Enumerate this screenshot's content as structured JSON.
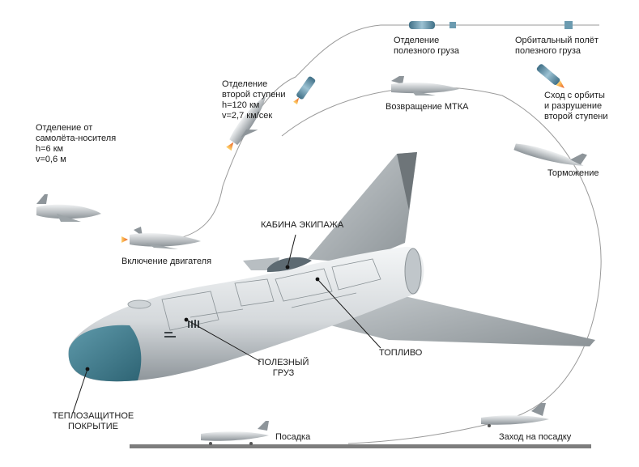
{
  "labels": {
    "separation_carrier": "Отделение от\nсамолёта-носителя\nh=6 км\nv=0,6 м",
    "engine_ignition": "Включение двигателя",
    "second_stage_separation": "Отделение\nвторой ступени\nh=120 км\nv=2,7 км/сек",
    "payload_separation": "Отделение\nполезного груза",
    "payload_orbital_flight": "Орбитальный полёт\nполезного груза",
    "deorbit_second_stage": "Сход с орбиты\nи разрушение\nвторой ступени",
    "return_mtka": "Возвращение МТКА",
    "braking": "Торможение",
    "crew_cabin": "КАБИНА ЭКИПАЖА",
    "payload": "ПОЛЕЗНЫЙ\nГРУЗ",
    "fuel": "ТОПЛИВО",
    "thermal_protection": "ТЕПЛОЗАЩИТНОЕ\nПОКРЫТИЕ",
    "landing": "Посадка",
    "landing_approach": "Заход на посадку"
  },
  "colors": {
    "trajectory": "#9a9a9a",
    "fuselage": "#d9dde0",
    "fuselage_shadow": "#9fa6ab",
    "nose_shield": "#3f7f90",
    "wing": "#a8aeb2",
    "flame": "#e8591f",
    "runway": "#7d7d7d",
    "leader": "#1a1a1a"
  }
}
